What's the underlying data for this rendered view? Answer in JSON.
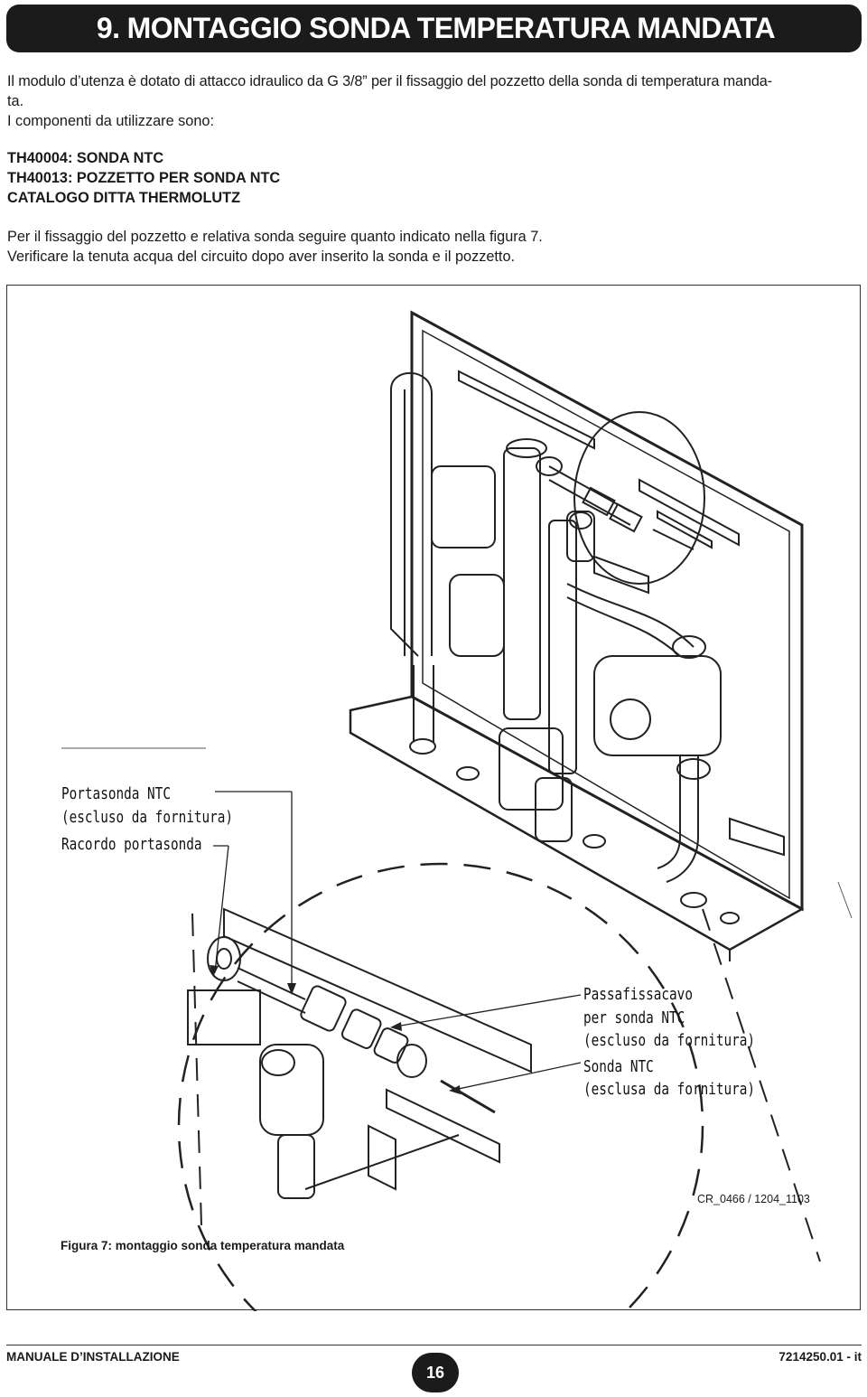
{
  "header": {
    "title": "9. MONTAGGIO SONDA TEMPERATURA MANDATA"
  },
  "intro": {
    "line1": "Il modulo d’utenza è dotato di attacco idraulico da G 3/8” per il fissaggio del pozzetto della sonda di temperatura manda-",
    "line2": "ta.",
    "line3": "I componenti da utilizzare sono:"
  },
  "components": [
    "TH40004: SONDA NTC",
    "TH40013: POZZETTO PER SONDA NTC",
    "CATALOGO DITTA THERMOLUTZ"
  ],
  "instructions": {
    "line1": "Per il fissaggio del pozzetto e relativa sonda seguire quanto indicato nella figura 7.",
    "line2": "Verificare la tenuta acqua del circuito dopo aver inserito la sonda e il pozzetto."
  },
  "figure": {
    "labels": {
      "portasonda_1": "Portasonda NTC",
      "portasonda_2": "(escluso da fornitura)",
      "raccordo": "Racordo portasonda",
      "passafissacavo_1": "Passafissacavo",
      "passafissacavo_2": "per sonda NTC",
      "passafissacavo_3": "(escluso da fornitura)",
      "sonda_1": "Sonda NTC",
      "sonda_2": "(esclusa da fornitura)"
    },
    "code": "CR_0466 / 1204_1103",
    "caption": "Figura 7: montaggio sonda temperatura mandata"
  },
  "footer": {
    "left": "MANUALE D’INSTALLAZIONE",
    "page": "16",
    "right": "7214250.01 - it"
  }
}
